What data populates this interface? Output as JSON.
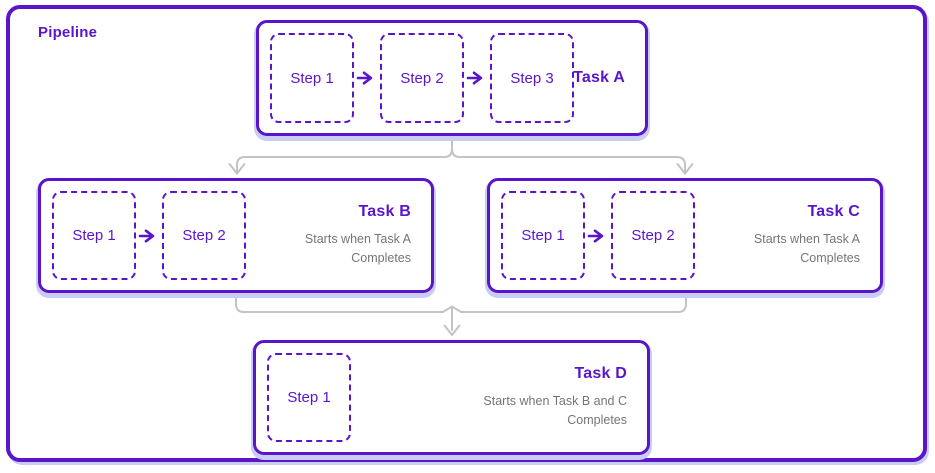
{
  "colors": {
    "purple": "#5A15CB",
    "shadow": "#C9CDF5",
    "connector": "#C3C3C3",
    "text_gray": "#757575"
  },
  "pipeline": {
    "label": "Pipeline",
    "tasks": [
      {
        "id": "task-a",
        "title": "Task A",
        "subtitle": "",
        "steps": [
          "Step 1",
          "Step 2",
          "Step 3"
        ]
      },
      {
        "id": "task-b",
        "title": "Task B",
        "subtitle": "Starts when Task A Completes",
        "steps": [
          "Step 1",
          "Step 2"
        ]
      },
      {
        "id": "task-c",
        "title": "Task C",
        "subtitle": "Starts when Task A Completes",
        "steps": [
          "Step 1",
          "Step 2"
        ]
      },
      {
        "id": "task-d",
        "title": "Task D",
        "subtitle": "Starts when Task B and C Completes",
        "steps": [
          "Step 1"
        ]
      }
    ],
    "edges": [
      {
        "from": "Task A",
        "to": "Task B"
      },
      {
        "from": "Task A",
        "to": "Task C"
      },
      {
        "from": "Task B",
        "to": "Task D"
      },
      {
        "from": "Task C",
        "to": "Task D"
      }
    ]
  }
}
